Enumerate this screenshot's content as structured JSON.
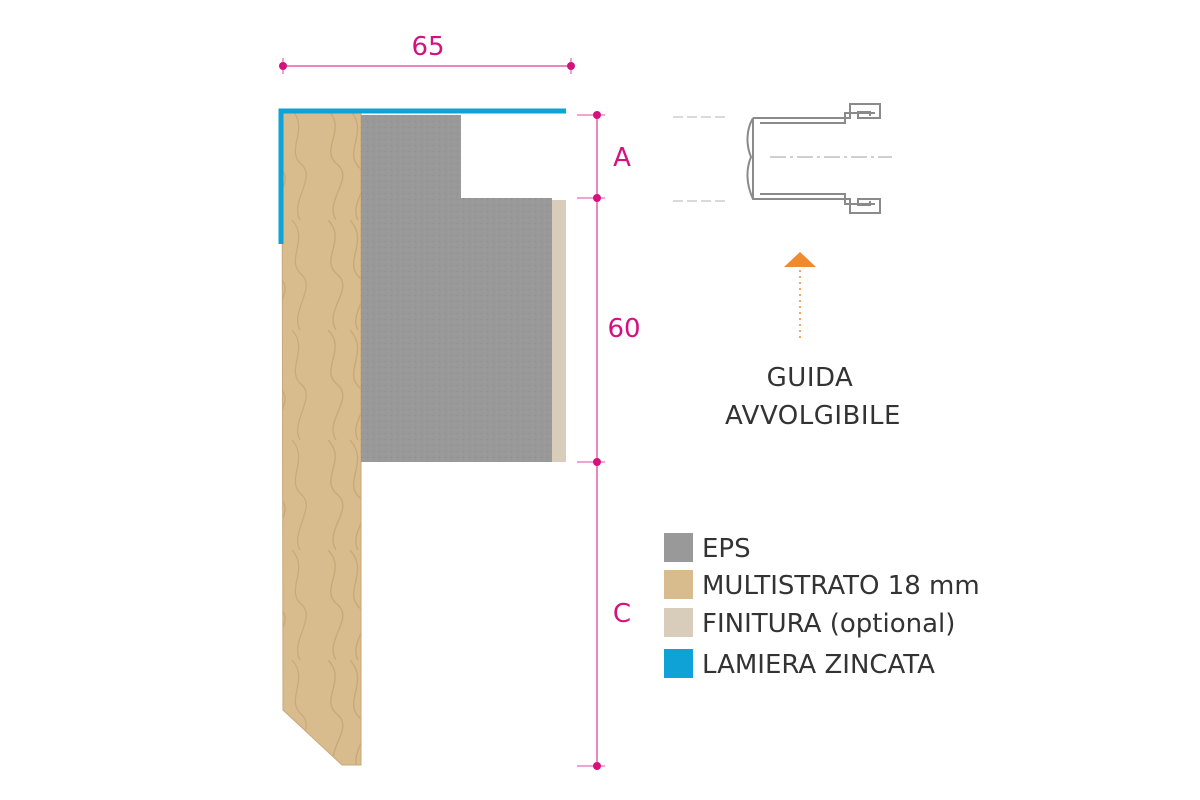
{
  "colors": {
    "eps": "#999999",
    "multistrato": "#d8bc8e",
    "finitura": "#d8ccbb",
    "lamiera": "#0ea2d6",
    "dimension": "#d4117e",
    "arrow": "#f08a2c",
    "guide_stroke": "#8a8a8a"
  },
  "dimensions": {
    "width_label": "65",
    "a_label": "A",
    "middle_label": "60",
    "c_label": "C"
  },
  "guide": {
    "caption_line1": "GUIDA",
    "caption_line2": "AVVOLGIBILE",
    "arrow_icon": "up-arrow-icon"
  },
  "legend": [
    {
      "key": "eps",
      "label": "EPS"
    },
    {
      "key": "multistrato",
      "label": "MULTISTRATO 18 mm"
    },
    {
      "key": "finitura",
      "label": "FINITURA (optional)"
    },
    {
      "key": "lamiera",
      "label": "LAMIERA ZINCATA"
    }
  ]
}
